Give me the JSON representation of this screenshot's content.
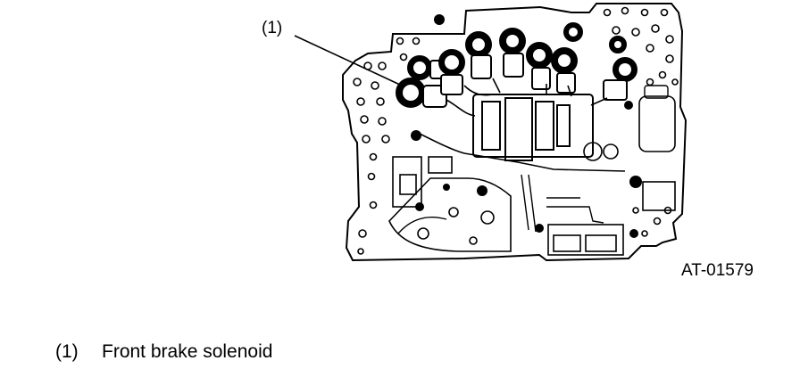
{
  "figure": {
    "callout_label": "(1)",
    "figure_code": "AT-01579",
    "subject_icon": "control-valve-body-illustration"
  },
  "legend": [
    {
      "number": "(1)",
      "text": "Front brake solenoid"
    }
  ]
}
